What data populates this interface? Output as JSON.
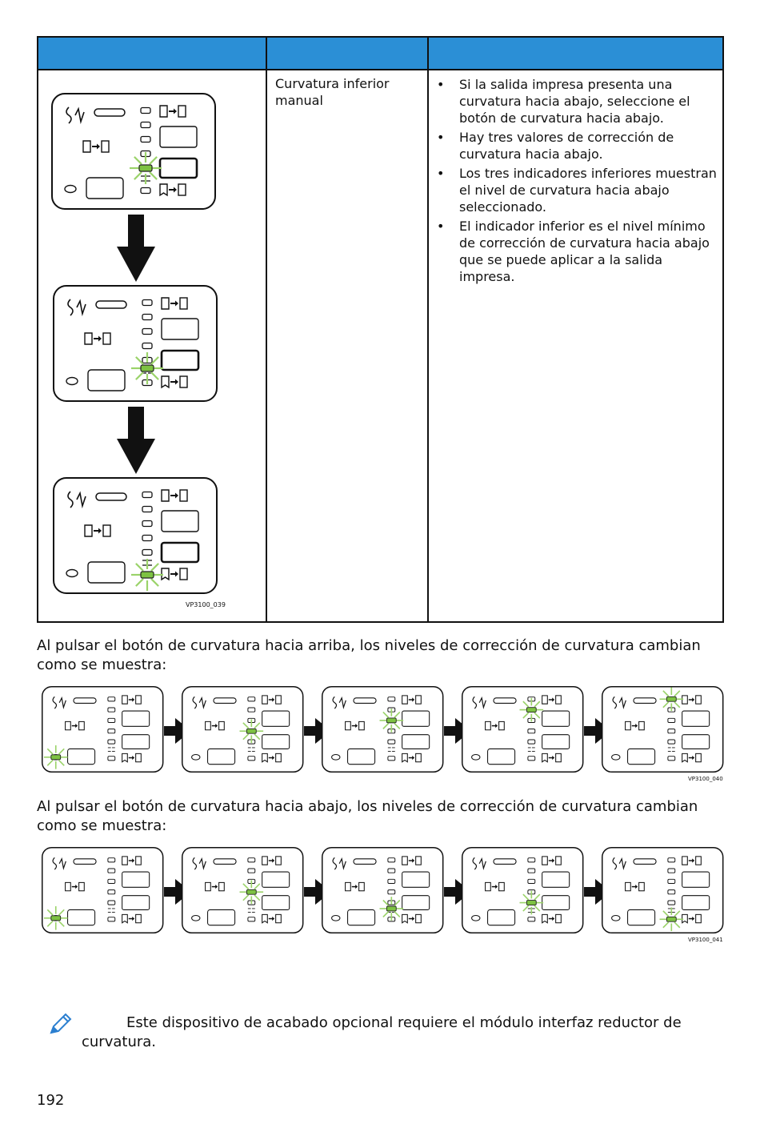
{
  "table": {
    "headers": [
      "",
      "",
      ""
    ],
    "row": {
      "title": "Curvatura inferior manual",
      "bullets": [
        "Si la salida impresa presenta una curvatura hacia abajo, seleccione el botón de curvatura hacia abajo.",
        "Hay tres valores de corrección de curvatura hacia abajo.",
        "Los tres indicadores inferiores muestran el nivel de curvatura hacia abajo seleccionado.",
        "El indicador inferior es el nivel mínimo de corrección de curvatura hacia abajo que se puede aplicar a la salida impresa."
      ],
      "figure_code": "VP3100_039"
    }
  },
  "para_up": "Al pulsar el botón de curvatura hacia arriba, los niveles de corrección de curvatura cambian como se muestra:",
  "figure_up_code": "VP3100_040",
  "para_down": "Al pulsar el botón de curvatura hacia abajo, los niveles de corrección de curvatura cambian como se muestra:",
  "figure_down_code": "VP3100_041",
  "note": {
    "icon": "pencil-icon",
    "text": "Este dispositivo de acabado opcional requiere el módulo interfaz reductor de curvatura."
  },
  "page_number": "192",
  "colors": {
    "header_blue": "#2b8fd6",
    "indicator_green": "#7dc242",
    "burst_green": "#9bd36a"
  }
}
